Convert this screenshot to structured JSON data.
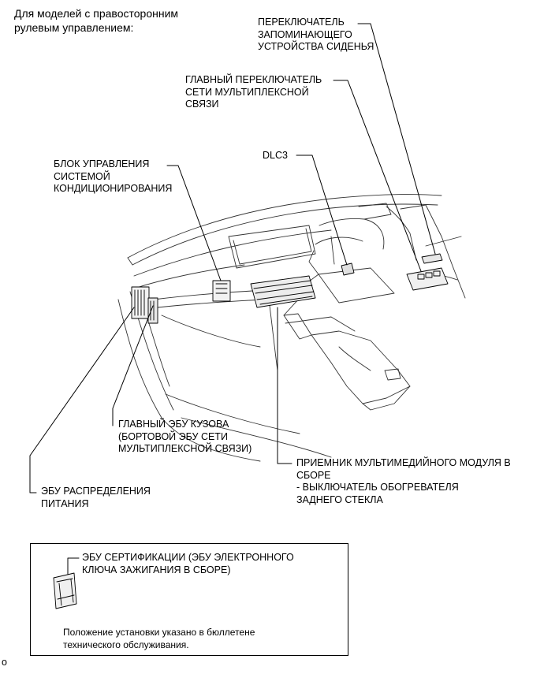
{
  "header": {
    "title": "Для моделей с правосторонним\nрулевым управлением:"
  },
  "labels": {
    "seat_memory_switch": "ПЕРЕКЛЮЧАТЕЛЬ\nЗАПОМИНАЮЩЕГО\nУСТРОЙСТВА СИДЕНЬЯ",
    "multiplex_main_switch": "ГЛАВНЫЙ ПЕРЕКЛЮЧАТЕЛЬ\nСЕТИ МУЛЬТИПЛЕКСНОЙ\nСВЯЗИ",
    "dlc3": "DLC3",
    "ac_control": "БЛОК УПРАВЛЕНИЯ\nСИСТЕМОЙ\nКОНДИЦИОНИРОВАНИЯ",
    "main_body_ecu": "ГЛАВНЫЙ ЭБУ КУЗОВА\n(БОРТОВОЙ ЭБУ СЕТИ\nМУЛЬТИПЛЕКСНОЙ СВЯЗИ)",
    "multimedia_receiver": "ПРИЕМНИК МУЛЬТИМЕДИЙНОГО МОДУЛЯ В\nСБОРЕ\n- ВЫКЛЮЧАТЕЛЬ ОБОГРЕВАТЕЛЯ\nЗАДНЕГО СТЕКЛА",
    "power_distribution_ecu": "ЭБУ РАСПРЕДЕЛЕНИЯ\nПИТАНИЯ"
  },
  "inset": {
    "certification_ecu": "ЭБУ СЕРТИФИКАЦИИ (ЭБУ ЭЛЕКТРОННОГО\nКЛЮЧА ЗАЖИГАНИЯ В СБОРЕ)",
    "note": "Положение установки указано в бюллетене\nтехнического обслуживания."
  },
  "footer": {
    "mark": "o"
  }
}
